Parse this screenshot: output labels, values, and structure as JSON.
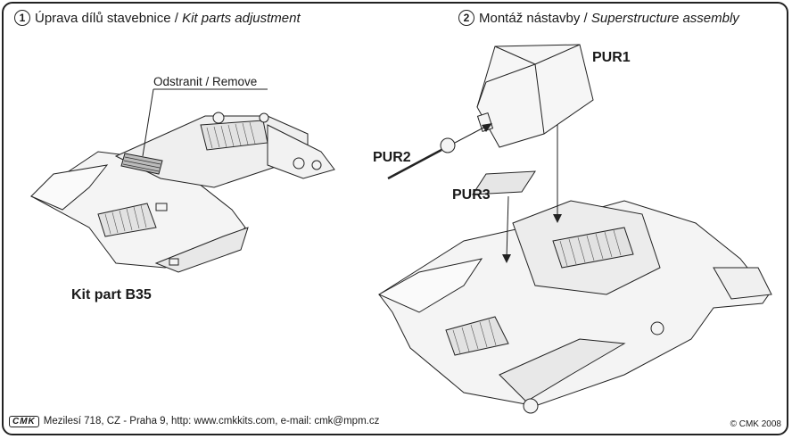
{
  "step1": {
    "number": "1",
    "title": "Úprava dílů stavebnice / ",
    "title_en": "Kit parts adjustment",
    "remove_label": "Odstranit / Remove",
    "part_label": "Kit part B35"
  },
  "step2": {
    "number": "2",
    "title": "Montáž nástavby / ",
    "title_en": "Superstructure assembly",
    "parts": [
      "PUR1",
      "PUR2",
      "PUR3"
    ]
  },
  "footer": {
    "logo": "CMK",
    "address": "Mezilesí 718, CZ - Praha 9,  http: www.cmkkits.com, e-mail: cmk@mpm.cz",
    "copyright": "© CMK 2008"
  }
}
